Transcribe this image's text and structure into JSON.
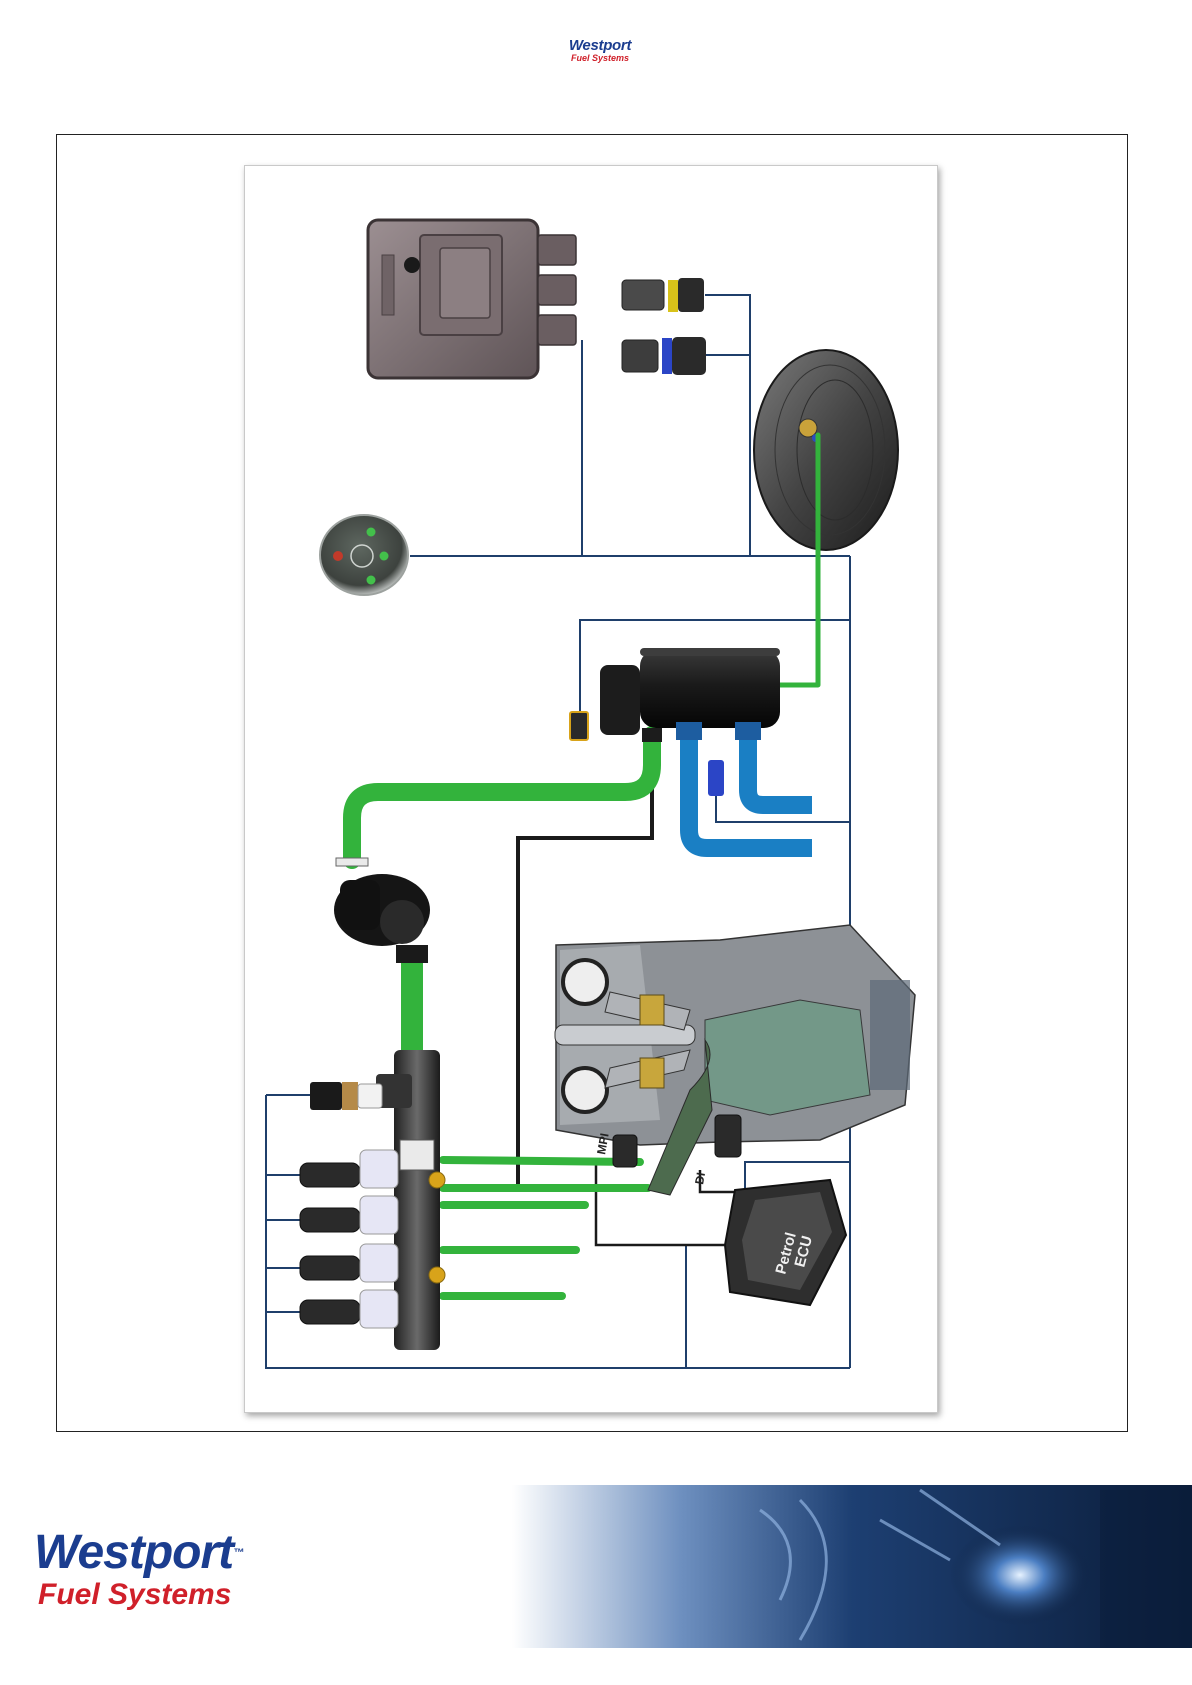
{
  "header_logo": {
    "brand": "Westport",
    "tm": "™",
    "sub": "Fuel Systems"
  },
  "footer_logo": {
    "brand": "Westport",
    "tm": "™",
    "sub": "Fuel Systems"
  },
  "diagram": {
    "labels": {
      "mpi": "MPI",
      "di": "DI",
      "petrol_ecu_line1": "Petrol",
      "petrol_ecu_line2": "ECU"
    }
  },
  "colors": {
    "wire": "#1f3f6b",
    "gas_hose": "#33b33c",
    "coolant_hose": "#1a7fc4",
    "black_wire": "#1a1a1a",
    "brand_blue": "#1b3d8f",
    "brand_red": "#d0202a"
  }
}
